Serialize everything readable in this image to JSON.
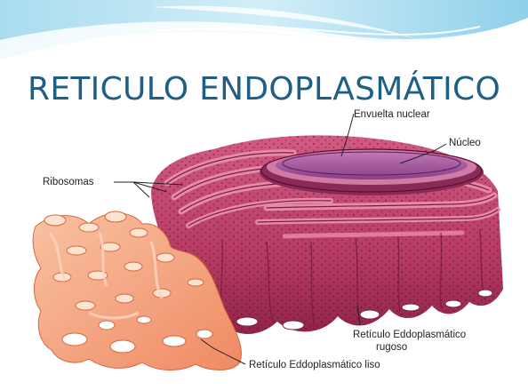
{
  "slide": {
    "title": "RETICULO ENDOPLASMÁTICO"
  },
  "diagram": {
    "labels": {
      "envuelta_nuclear": "Envuelta nuclear",
      "nucleo": "Núcleo",
      "ribosomas": "Ribosomas",
      "rer_line1": "Retículo Eddoplasmático",
      "rer_line2": "rugoso",
      "ser": "Retículo Eddoplasmático liso"
    }
  },
  "colors": {
    "title": "#1f5f86",
    "rough_er": "#c2456e",
    "smooth_er": "#f3a27c",
    "nucleus": "#a4559d"
  }
}
